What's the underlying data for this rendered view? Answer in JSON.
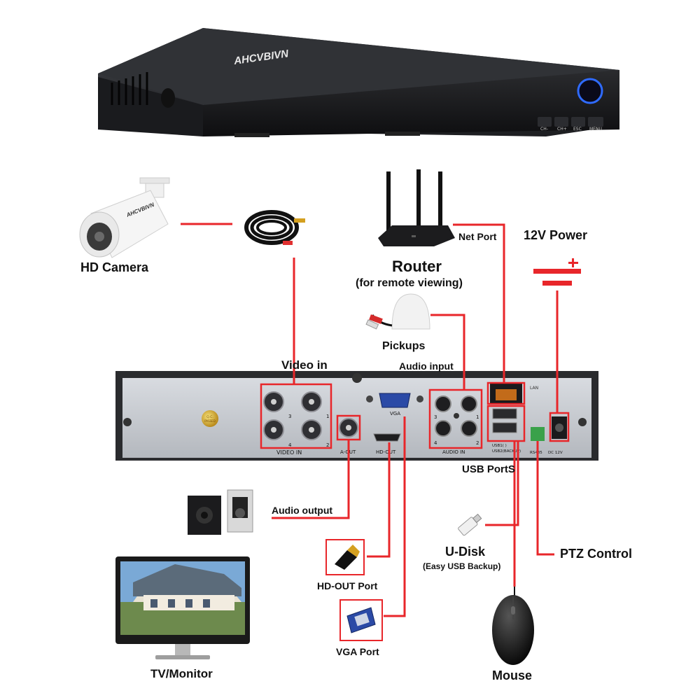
{
  "brand": "AHCVBIVN",
  "front_buttons": [
    "CH-",
    "CH+",
    "ESC",
    "MENU"
  ],
  "labels": {
    "hd_camera": "HD Camera",
    "net_port": "Net Port",
    "power_12v": "12V Power",
    "router": "Router",
    "router_sub": "(for remote viewing)",
    "pickups": "Pickups",
    "video_in": "Video in",
    "audio_input": "Audio input",
    "usb_ports": "USB PortS",
    "audio_output": "Audio output",
    "u_disk": "U-Disk",
    "u_disk_sub": "(Easy USB Backup)",
    "ptz_control": "PTZ Control",
    "hd_out_port": "HD-OUT Port",
    "vga_port": "VGA Port",
    "tv_monitor": "TV/Monitor",
    "mouse": "Mouse"
  },
  "panel": {
    "video_in": "VIDEO IN",
    "a_out": "A-OUT",
    "hd_out": "HD-OUT",
    "vga": "VGA",
    "audio_in": "AUDIO IN",
    "lan": "LAN",
    "usb1": "USB1( )",
    "usb2": "USB2(BACKUP)",
    "rs485": "RS485",
    "dc12v": "DC 12V",
    "qc": "Q.C.",
    "qc2": "PASSED",
    "ch1": "1",
    "ch2": "2",
    "ch3": "3",
    "ch4": "4"
  },
  "colors": {
    "connector": "#e8262a",
    "panel": "#c9cdd3",
    "device": "#1b1c1f"
  }
}
